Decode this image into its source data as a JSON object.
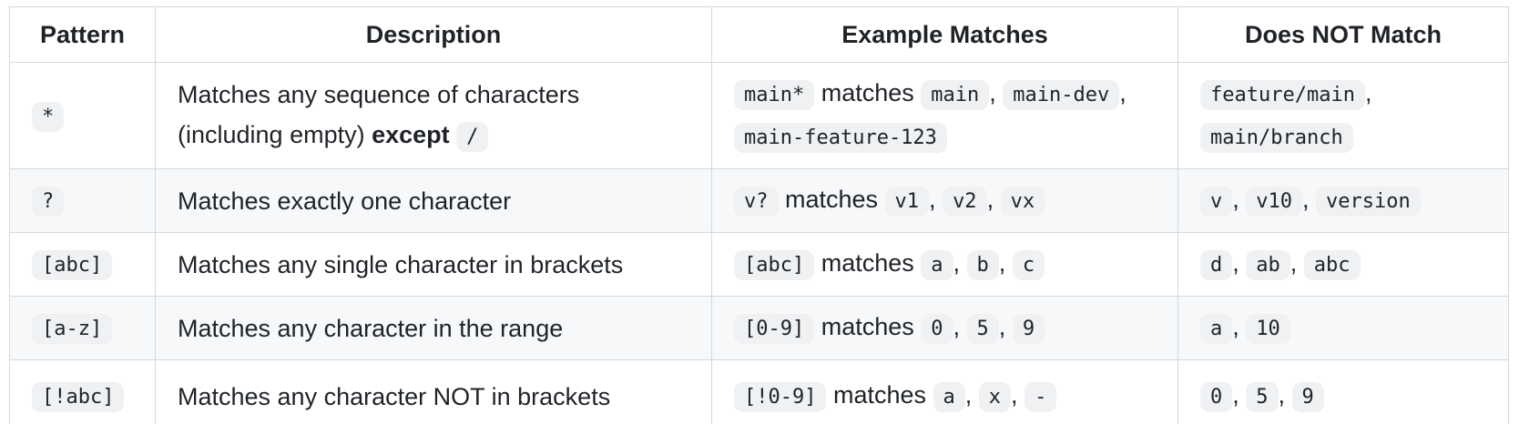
{
  "colors": {
    "text": "#1f2328",
    "border": "#d1d9e0",
    "row_alt_bg": "#f6f8fa",
    "code_chip_bg": "#eff1f3",
    "page_bg": "#ffffff"
  },
  "table": {
    "headers": [
      "Pattern",
      "Description",
      "Example Matches",
      "Does NOT Match"
    ],
    "rows": [
      {
        "pattern": [
          {
            "c": "code",
            "v": "*"
          }
        ],
        "description": [
          {
            "c": "text",
            "v": "Matches any sequence of characters"
          },
          {
            "c": "br"
          },
          {
            "c": "text",
            "v": "(including empty) "
          },
          {
            "c": "bold",
            "v": "except"
          },
          {
            "c": "text",
            "v": " "
          },
          {
            "c": "code",
            "v": "/"
          }
        ],
        "examples": [
          {
            "c": "code",
            "v": "main*"
          },
          {
            "c": "text",
            "v": " matches "
          },
          {
            "c": "code",
            "v": "main"
          },
          {
            "c": "text",
            "v": ", "
          },
          {
            "c": "code",
            "v": "main-dev"
          },
          {
            "c": "text",
            "v": ","
          },
          {
            "c": "br"
          },
          {
            "c": "code",
            "v": "main-feature-123"
          }
        ],
        "not_match": [
          {
            "c": "code",
            "v": "feature/main"
          },
          {
            "c": "text",
            "v": ","
          },
          {
            "c": "br"
          },
          {
            "c": "code",
            "v": "main/branch"
          }
        ]
      },
      {
        "pattern": [
          {
            "c": "code",
            "v": "?"
          }
        ],
        "description": [
          {
            "c": "text",
            "v": "Matches exactly one character"
          }
        ],
        "examples": [
          {
            "c": "code",
            "v": "v?"
          },
          {
            "c": "text",
            "v": " matches "
          },
          {
            "c": "code",
            "v": "v1"
          },
          {
            "c": "text",
            "v": ", "
          },
          {
            "c": "code",
            "v": "v2"
          },
          {
            "c": "text",
            "v": ", "
          },
          {
            "c": "code",
            "v": "vx"
          }
        ],
        "not_match": [
          {
            "c": "code",
            "v": "v"
          },
          {
            "c": "text",
            "v": ", "
          },
          {
            "c": "code",
            "v": "v10"
          },
          {
            "c": "text",
            "v": ", "
          },
          {
            "c": "code",
            "v": "version"
          }
        ]
      },
      {
        "pattern": [
          {
            "c": "code",
            "v": "[abc]"
          }
        ],
        "description": [
          {
            "c": "text",
            "v": "Matches any single character in brackets"
          }
        ],
        "examples": [
          {
            "c": "code",
            "v": "[abc]"
          },
          {
            "c": "text",
            "v": " matches "
          },
          {
            "c": "code",
            "v": "a"
          },
          {
            "c": "text",
            "v": ", "
          },
          {
            "c": "code",
            "v": "b"
          },
          {
            "c": "text",
            "v": ", "
          },
          {
            "c": "code",
            "v": "c"
          }
        ],
        "not_match": [
          {
            "c": "code",
            "v": "d"
          },
          {
            "c": "text",
            "v": ", "
          },
          {
            "c": "code",
            "v": "ab"
          },
          {
            "c": "text",
            "v": ", "
          },
          {
            "c": "code",
            "v": "abc"
          }
        ]
      },
      {
        "pattern": [
          {
            "c": "code",
            "v": "[a-z]"
          }
        ],
        "description": [
          {
            "c": "text",
            "v": "Matches any character in the range"
          }
        ],
        "examples": [
          {
            "c": "code",
            "v": "[0-9]"
          },
          {
            "c": "text",
            "v": " matches "
          },
          {
            "c": "code",
            "v": "0"
          },
          {
            "c": "text",
            "v": ", "
          },
          {
            "c": "code",
            "v": "5"
          },
          {
            "c": "text",
            "v": ", "
          },
          {
            "c": "code",
            "v": "9"
          }
        ],
        "not_match": [
          {
            "c": "code",
            "v": "a"
          },
          {
            "c": "text",
            "v": ", "
          },
          {
            "c": "code",
            "v": "10"
          }
        ]
      },
      {
        "pattern": [
          {
            "c": "code",
            "v": "[!abc]"
          }
        ],
        "description": [
          {
            "c": "text",
            "v": "Matches any character NOT in brackets"
          }
        ],
        "examples": [
          {
            "c": "code",
            "v": "[!0-9]"
          },
          {
            "c": "text",
            "v": " matches "
          },
          {
            "c": "code",
            "v": "a"
          },
          {
            "c": "text",
            "v": ", "
          },
          {
            "c": "code",
            "v": "x"
          },
          {
            "c": "text",
            "v": ", "
          },
          {
            "c": "code",
            "v": "-"
          }
        ],
        "not_match": [
          {
            "c": "code",
            "v": "0"
          },
          {
            "c": "text",
            "v": ", "
          },
          {
            "c": "code",
            "v": "5"
          },
          {
            "c": "text",
            "v": ", "
          },
          {
            "c": "code",
            "v": "9"
          }
        ]
      }
    ]
  }
}
